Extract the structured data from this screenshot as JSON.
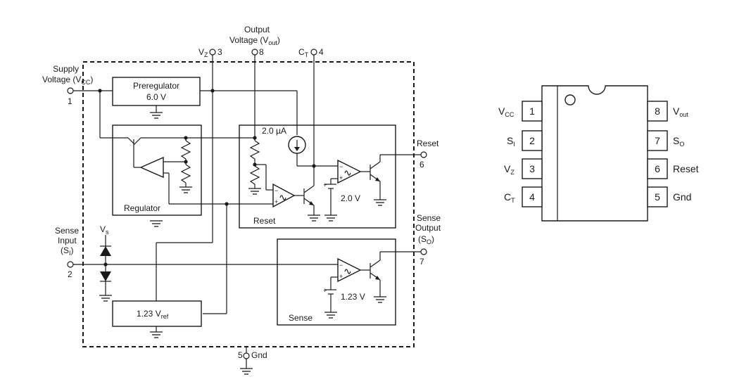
{
  "block_diagram": {
    "pins": {
      "supply": {
        "label_line1": "Supply",
        "label_line2_base": "Voltage (V",
        "label_line2_sub": "CC",
        "label_line2_end": ")",
        "number": "1"
      },
      "vz": {
        "base": "V",
        "sub": "Z",
        "number": "3"
      },
      "vout": {
        "line1": "Output",
        "line2_base": "Voltage (V",
        "line2_sub": "out",
        "line2_end": ")",
        "number": "8"
      },
      "ct": {
        "base": "C",
        "sub": "T",
        "number": "4"
      },
      "reset": {
        "label": "Reset",
        "number": "6"
      },
      "sense_output": {
        "line1": "Sense",
        "line2": "Output",
        "line3_base": "(S",
        "line3_sub": "O",
        "line3_end": ")",
        "number": "7"
      },
      "sense_input": {
        "line1": "Sense",
        "line2": "Input",
        "line3_base": "(S",
        "line3_sub": "I",
        "line3_end": ")",
        "number": "2"
      },
      "gnd": {
        "label": "Gnd",
        "number": "5"
      }
    },
    "blocks": {
      "preregulator": {
        "line1": "Preregulator",
        "line2": "6.0 V"
      },
      "regulator": {
        "label": "Regulator"
      },
      "reset": {
        "label": "Reset"
      },
      "sense": {
        "label": "Sense"
      },
      "vref": {
        "base": "1.23 V",
        "sub": "ref"
      }
    },
    "values": {
      "current_source": "2.0 µA",
      "reset_ref": "2.0 V",
      "sense_ref": "1.23 V",
      "vs_base": "V",
      "vs_sub": "s"
    }
  },
  "package": {
    "left_pins": [
      {
        "number": "1",
        "name_base": "V",
        "name_sub": "CC"
      },
      {
        "number": "2",
        "name_base": "S",
        "name_sub": "I"
      },
      {
        "number": "3",
        "name_base": "V",
        "name_sub": "Z"
      },
      {
        "number": "4",
        "name_base": "C",
        "name_sub": "T"
      }
    ],
    "right_pins": [
      {
        "number": "8",
        "name_base": "V",
        "name_sub": "out"
      },
      {
        "number": "7",
        "name_base": "S",
        "name_sub": "O"
      },
      {
        "number": "6",
        "name_base": "Reset",
        "name_sub": ""
      },
      {
        "number": "5",
        "name_base": "Gnd",
        "name_sub": ""
      }
    ]
  }
}
